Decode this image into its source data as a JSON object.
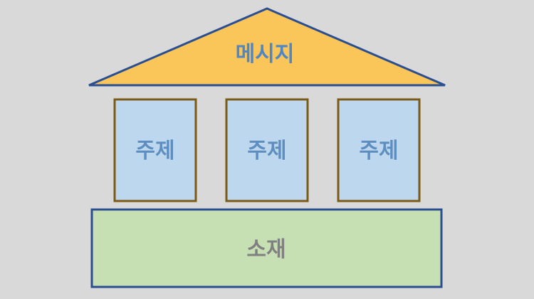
{
  "diagram": {
    "roof": {
      "label": "메시지",
      "fill": "#fac559",
      "stroke": "#2a4e8f",
      "text_color": "#4f86c6"
    },
    "pillars": [
      {
        "label": "주제"
      },
      {
        "label": "주제"
      },
      {
        "label": "주제"
      }
    ],
    "pillar_style": {
      "fill": "#bdd7ee",
      "stroke": "#7a5a16",
      "text_color": "#5e8ebf"
    },
    "base": {
      "label": "소재",
      "fill": "#c6e0b4",
      "stroke": "#2a4e8f",
      "text_color": "#808080"
    },
    "background": "#d9d9d9"
  }
}
